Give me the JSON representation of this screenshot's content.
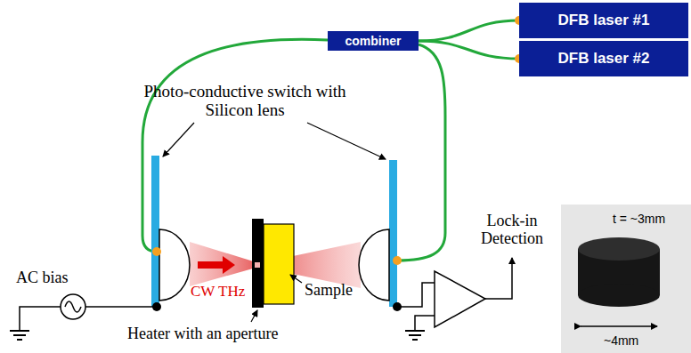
{
  "diagram": {
    "nodes": [
      {
        "text": [
          "DFB laser #1"
        ]
      },
      {
        "text": [
          "DFB laser #2"
        ]
      },
      {
        "text": [
          "combiner"
        ]
      }
    ],
    "edges": [
      {
        "from": 0,
        "to": 2,
        "arrow": "none"
      },
      {
        "from": 1,
        "to": 2,
        "arrow": "none"
      }
    ],
    "labels": [
      "Photo-conductive switch with Silicon lens",
      "AC bias",
      "CW THz",
      "Heater with an aperture",
      "Sample",
      "Lock-in Detection",
      "t = ~3mm",
      "~4mm"
    ]
  }
}
